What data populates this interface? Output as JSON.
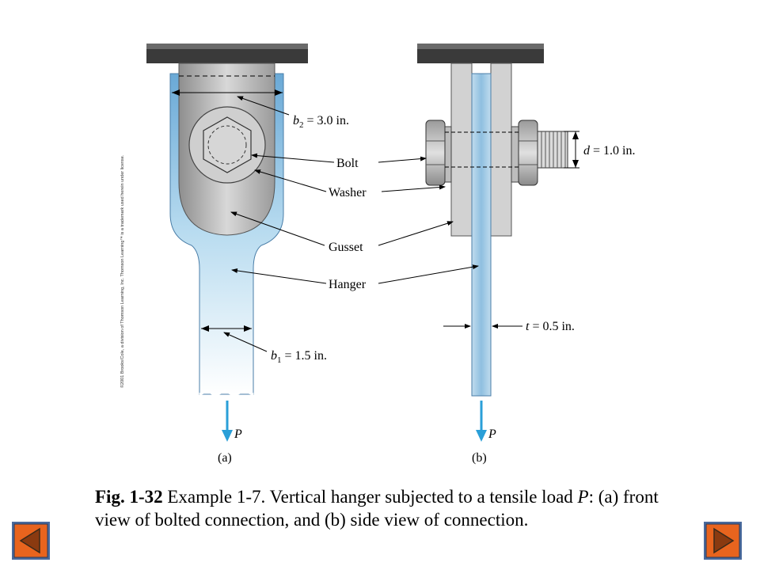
{
  "labels": {
    "b2": "b",
    "b2_sub": "2",
    "b2_val": " = 3.0 in.",
    "bolt": "Bolt",
    "washer": "Washer",
    "gusset": "Gusset",
    "hanger": "Hanger",
    "b1": "b",
    "b1_sub": "1",
    "b1_val": " = 1.5 in.",
    "d": "d",
    "d_val": " = 1.0 in.",
    "t": "t",
    "t_val": " = 0.5 in.",
    "p_left": "P",
    "p_right": "P",
    "view_a": "(a)",
    "view_b": "(b)"
  },
  "copyright": "©2001 Brooks/Cole, a division of Thomson Learning, Inc.  Thomson Learning™ is a trademark used herein under license.",
  "caption": {
    "fig": "Fig. 1-32",
    "text1": "  Example 1-7.  Vertical hanger subjected to a tensile load ",
    "p": "P",
    "text2": ": (a) front view of bolted connection, and (b) side view of connection."
  },
  "nav": {
    "prev_icon": "left-triangle-icon",
    "next_icon": "right-triangle-icon",
    "color_fill": "#e8641e",
    "color_border": "#4a6a9c"
  },
  "colors": {
    "load_arrow": "#2a9fd8",
    "hanger_blue": "#8fc3e3",
    "gusset_gray": "#b8b8b8"
  }
}
